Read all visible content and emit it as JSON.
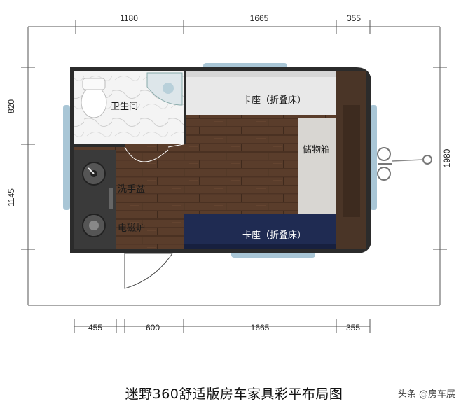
{
  "dimensions": {
    "top": [
      "1180",
      "1665",
      "355"
    ],
    "left": [
      "820",
      "1145"
    ],
    "right": [
      "1980"
    ],
    "bottom": [
      "455",
      "600",
      "1665",
      "355"
    ]
  },
  "rooms": {
    "bathroom": "卫生间",
    "sink": "洗手盆",
    "cooktop": "电磁炉",
    "storage": "储物箱",
    "seat_top": "卡座（折叠床）",
    "seat_bottom": "卡座（折叠床）"
  },
  "title": "迷野360舒适版房车家具彩平布局图",
  "watermark": "头条 @房车展",
  "colors": {
    "wood_floor": "#5a3d2b",
    "navy_seat": "#1f2b52",
    "light_seat": "#e8e8e8",
    "window_blue": "#a9c6d6",
    "outer_wall": "#2b2b2b",
    "counter": "#3a3a3a"
  }
}
